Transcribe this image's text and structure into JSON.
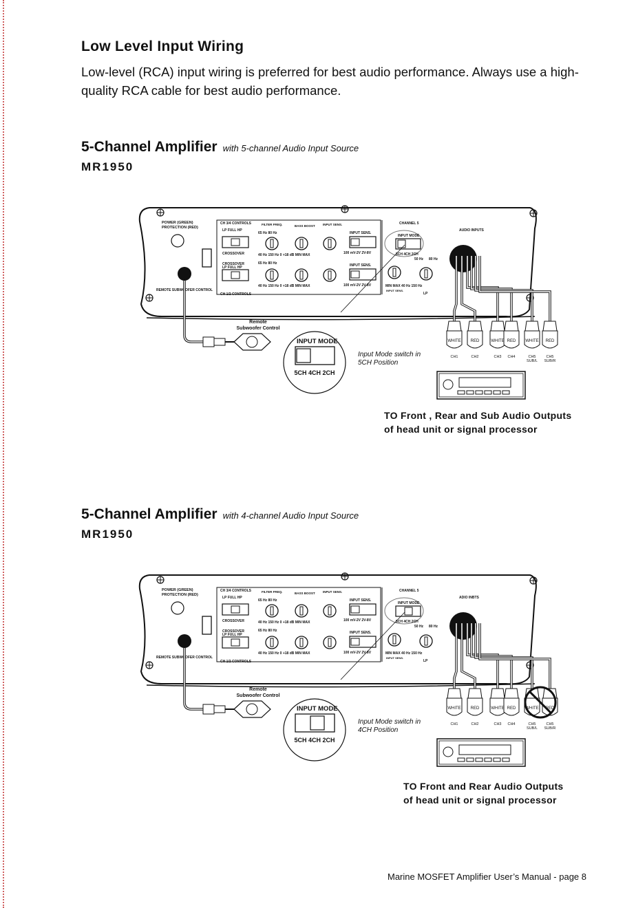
{
  "heading": "Low Level Input Wiring",
  "intro": "Low-level (RCA) input wiring is preferred for best audio performance. Always use a high-quality RCA cable for best audio performance.",
  "footer": "Marine MOSFET Amplifier User’s Manual - page 8",
  "panel_labels": {
    "power": "POWER (GREEN)",
    "protection": "PROTECTION (RED)",
    "ch34": "CH 3/4 CONTROLS",
    "ch12": "CH 1/2 CONTROLS",
    "lp": "LP",
    "full": "FULL",
    "hp": "HP",
    "crossover": "CROSSOVER",
    "filter_freq": "FILTER FREQ.",
    "bass_boost": "BASS BOOST",
    "input_sens": "INPUT SENS.",
    "hz65": "65 Hz",
    "hz80": "80 Hz",
    "hz40": "40 Hz",
    "hz150": "150 Hz",
    "hz50": "50 Hz",
    "db0": "0",
    "db18": "+18 dB",
    "min": "MIN",
    "max": "MAX",
    "sens_range": "100 mV-2V  2V-8V",
    "channel5": "CHANNEL 5",
    "input_mode": "INPUT MODE",
    "modes": "5CH 4CH 2CH",
    "remote_sub": "REMOTE SUBWOOFER CONTROL",
    "remote": "Remote",
    "sub_control": "Subwoofer Control",
    "white": "WHITE",
    "red": "RED",
    "ch1": "CH1",
    "ch2": "CH2",
    "ch3": "CH3",
    "ch4": "CH4",
    "ch5subl": "CH5 SUB/L",
    "ch5subr": "CH5 SUB/R"
  },
  "sections": [
    {
      "title": "5-Channel Amplifier",
      "subtitle": "with 5-channel Audio Input Source",
      "model": "MR1950",
      "audio_inputs": "AUDIO INPUTS",
      "switch_note": "Input Mode switch in 5CH Position",
      "switch_position": "5CH",
      "dest_line1": "TO Front , Rear and Sub Audio Outputs",
      "dest_line2": "of head unit or signal processor"
    },
    {
      "title": "5-Channel Amplifier",
      "subtitle": "with 4-channel Audio Input Source",
      "model": "MR1950",
      "audio_inputs": "ADIO INBTS",
      "switch_note": "Input Mode switch in 4CH Position",
      "switch_position": "4CH",
      "dest_line1": "TO Front and Rear Audio Outputs",
      "dest_line2": "of head unit or signal processor"
    }
  ]
}
